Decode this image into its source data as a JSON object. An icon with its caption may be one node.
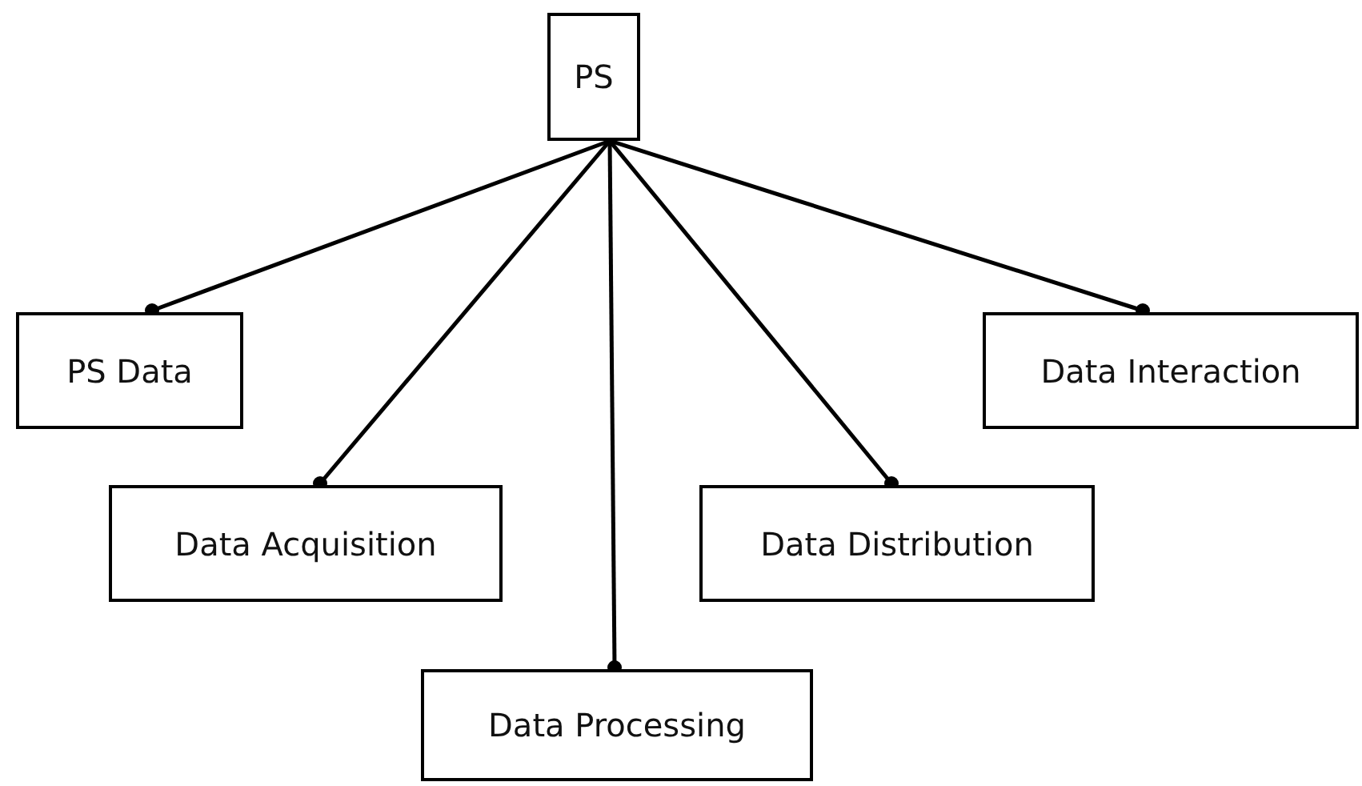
{
  "diagram": {
    "nodes": [
      {
        "text": [
          "PS"
        ]
      },
      {
        "text": [
          "PS Data"
        ]
      },
      {
        "text": [
          "Data Acquisition"
        ]
      },
      {
        "text": [
          "Data Processing"
        ]
      },
      {
        "text": [
          "Data Distribution"
        ]
      },
      {
        "text": [
          "Data Interaction"
        ]
      }
    ],
    "edges": [
      {
        "from": 0,
        "to": 1,
        "arrow": "other"
      },
      {
        "from": 0,
        "to": 2,
        "arrow": "other"
      },
      {
        "from": 0,
        "to": 3,
        "arrow": "other"
      },
      {
        "from": 0,
        "to": 4,
        "arrow": "other"
      },
      {
        "from": 0,
        "to": 5,
        "arrow": "other"
      }
    ]
  }
}
